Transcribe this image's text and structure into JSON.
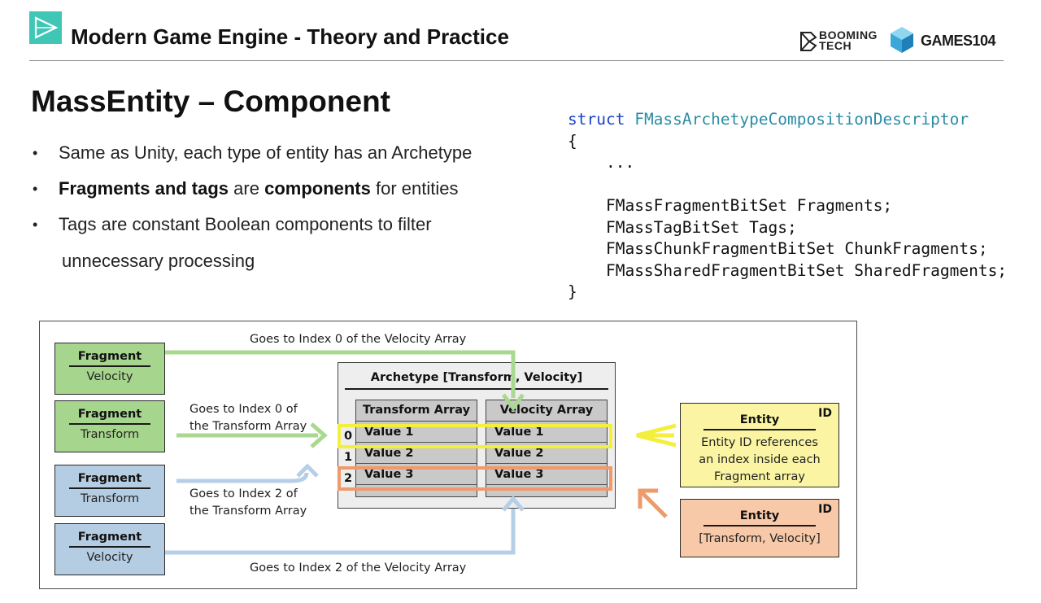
{
  "header": {
    "title": "Modern Game Engine - Theory and Practice",
    "booming_line1": "BOOMING",
    "booming_line2": "TECH",
    "games_label": "GAMES104"
  },
  "slide": {
    "title": "MassEntity – Component",
    "bullets": [
      {
        "text": "Same as Unity, each type of entity has an Archetype"
      },
      {
        "bold1": "Fragments and tags",
        "mid": " are ",
        "bold2": "components",
        "tail": " for entities"
      },
      {
        "line1": "Tags are constant Boolean components to filter",
        "line2": "unnecessary processing"
      }
    ]
  },
  "code": {
    "keyword": "struct",
    "type_name": "FMassArchetypeCompositionDescriptor",
    "open_brace": "{",
    "ellipsis": "...",
    "lines": [
      "FMassFragmentBitSet Fragments;",
      "FMassTagBitSet Tags;",
      "FMassChunkFragmentBitSet ChunkFragments;",
      "FMassSharedFragmentBitSet SharedFragments;"
    ],
    "close_brace": "}"
  },
  "diagram": {
    "fragments": [
      {
        "title": "Fragment",
        "sub": "Velocity",
        "color": "#a6d68e"
      },
      {
        "title": "Fragment",
        "sub": "Transform",
        "color": "#a6d68e"
      },
      {
        "title": "Fragment",
        "sub": "Transform",
        "color": "#b5cde3"
      },
      {
        "title": "Fragment",
        "sub": "Velocity",
        "color": "#b5cde3"
      }
    ],
    "archetype_title": "Archetype [Transform, Velocity]",
    "transform_header": "Transform Array",
    "velocity_header": "Velocity Array",
    "indices": [
      "0",
      "1",
      "2"
    ],
    "transform_values": [
      "Value 1",
      "Value 2",
      "Value 3"
    ],
    "velocity_values": [
      "Value 1",
      "Value 2",
      "Value 3"
    ],
    "labels": {
      "top": "Goes to Index 0 of the Velocity Array",
      "mid1_line1": "Goes to Index 0 of",
      "mid1_line2": "the Transform Array",
      "mid2_line1": "Goes to Index 2 of",
      "mid2_line2": "the Transform Array",
      "bottom": "Goes to Index 2 of the Velocity Array"
    },
    "entity1": {
      "title": "Entity",
      "id": "ID",
      "desc_line1": "Entity ID references",
      "desc_line2": "an index inside each",
      "desc_line3": "Fragment array",
      "color": "#fbf5a3"
    },
    "entity2": {
      "title": "Entity",
      "id": "ID",
      "desc": "[Transform, Velocity]",
      "color": "#f7c9a8"
    },
    "colors": {
      "green_arrow": "#a9d98e",
      "blue_arrow": "#b6cfe6",
      "yellow_highlight": "#f4ee3c",
      "orange_highlight": "#ee9a6b"
    }
  }
}
